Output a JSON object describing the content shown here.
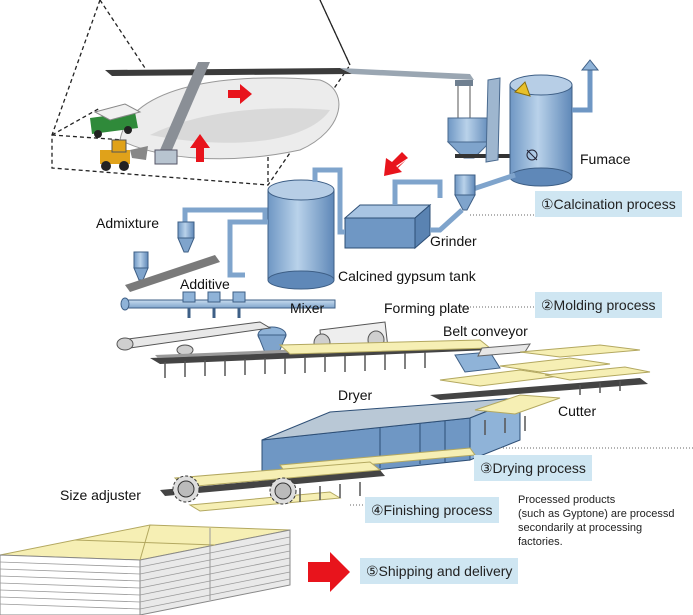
{
  "labels": {
    "furnace": "Fumace",
    "calcination": "①Calcination process",
    "admixture": "Admixture",
    "grinder": "Grinder",
    "tank": "Calcined gypsum tank",
    "additive": "Additive",
    "mixer": "Mixer",
    "forming_plate": "Forming plate",
    "molding": "②Molding process",
    "belt_conveyor": "Belt conveyor",
    "dryer": "Dryer",
    "cutter": "Cutter",
    "drying": "③Drying process",
    "size_adjuster": "Size adjuster",
    "finishing": "④Finishing process",
    "shipping": "⑤Shipping and delivery",
    "note_lines": [
      "Processed products",
      "(such as Gyptone) are processd",
      "secondarily at processing",
      "factories."
    ]
  },
  "colors": {
    "stage_bg": "#cfe6f2",
    "equipment_blue": "#8fb3d8",
    "board_yellow": "#f6efb4",
    "arrow_red": "#e8141c"
  }
}
